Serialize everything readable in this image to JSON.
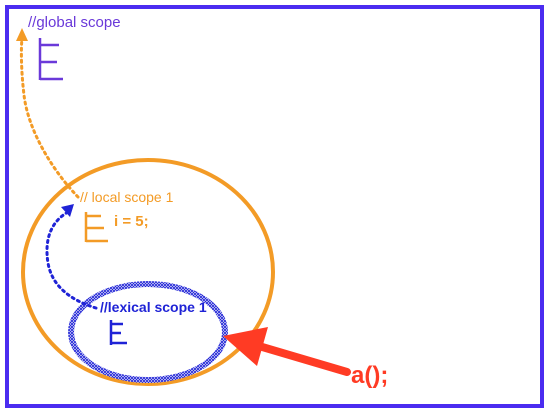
{
  "labels": {
    "global_scope": "//global scope",
    "local_scope": "// local scope 1",
    "local_code": "i = 5;",
    "lexical_scope": "//lexical scope 1",
    "call": "a();"
  },
  "colors": {
    "frame": "#4b2cf0",
    "global_text": "#6a39d9",
    "local": "#f39b26",
    "lexical": "#1f23d6",
    "call_arrow": "#ff3b24"
  }
}
